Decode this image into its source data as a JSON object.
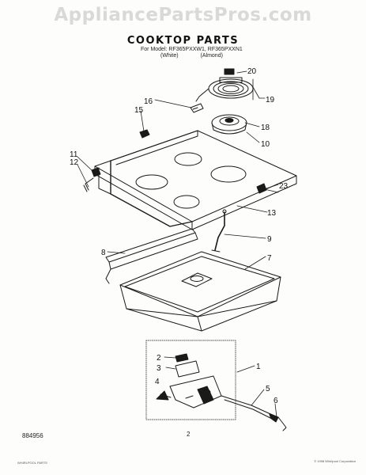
{
  "watermark": "AppliancePartsPros.com",
  "header": {
    "title": "COOKTOP PARTS",
    "models": "For Model: RF365PXXW1, RF365PXXN1",
    "color_white": "(White)",
    "color_almond": "(Almond)"
  },
  "footer": {
    "code": "884956",
    "page_number": "2",
    "fine_left": "WHIRLPOOL PARTS",
    "fine_right": "© 1998 Whirlpool Corporation"
  },
  "callouts": [
    "20",
    "19",
    "16",
    "15",
    "18",
    "10",
    "11",
    "12",
    "23",
    "13",
    "9",
    "8",
    "7",
    "1",
    "2",
    "3",
    "4",
    "5",
    "6"
  ]
}
